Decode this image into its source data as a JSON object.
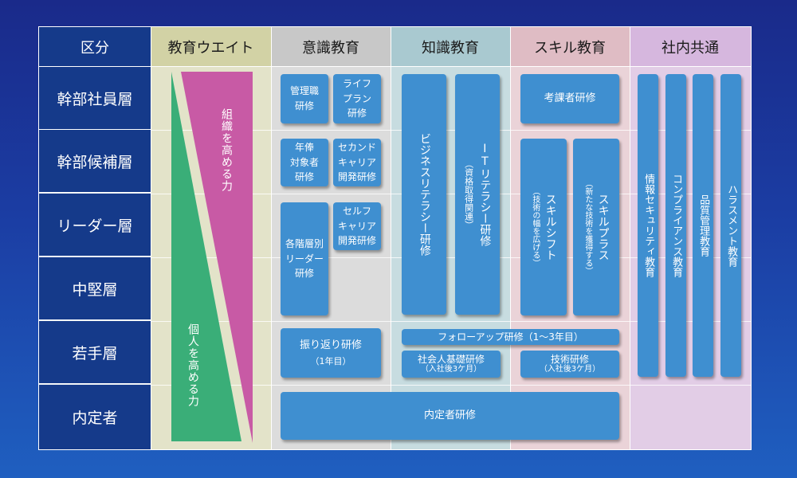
{
  "header": {
    "division": "区分",
    "weight": "教育ウエイト",
    "awareness": "意識教育",
    "knowledge": "知識教育",
    "skill": "スキル教育",
    "common": "社内共通"
  },
  "rows": [
    "幹部社員層",
    "幹部候補層",
    "リーダー層",
    "中堅層",
    "若手層",
    "内定者"
  ],
  "weight": {
    "organization": "組織を高める力",
    "individual": "個人を高める力"
  },
  "awareness": {
    "management": "管理職\n研修",
    "life_plan": "ライフ\nプラン\n研修",
    "annual": "年俸\n対象者\n研修",
    "second_career": "セカンド\nキャリア\n開発研修",
    "level": "各階層別\nリーダー\n研修",
    "self_career": "セルフ\nキャリア\n開発研修",
    "reflection": "振り返り研修",
    "reflection_sub": "（1年目）"
  },
  "knowledge": {
    "business": "ビジネスリテラシー研修",
    "it": "ITリテラシー研修",
    "it_sub": "（資格取得関連）",
    "follow_up": "フォローアップ研修（1〜3年目）",
    "social": "社会人基礎研修",
    "social_sub": "（入社後3ケ月）"
  },
  "skill": {
    "examiner": "考課者研修",
    "shift": "スキルシフト",
    "shift_sub": "（技術の幅を広げる）",
    "plus": "スキルプラス",
    "plus_sub": "（新たな技術を獲得する）",
    "tech": "技術研修",
    "tech_sub": "（入社後3ケ月）"
  },
  "common": {
    "infosec": "情報セキュリティ教育",
    "compliance": "コンプライアンス教育",
    "quality": "品質管理教育",
    "harassment": "ハラスメント教育"
  },
  "offer": "内定者研修",
  "colors": {
    "background": "#1b3da3",
    "row_header": "#153a8a",
    "box": "#3f8fd0",
    "triangle_magenta": "#c85aa5",
    "triangle_green": "#3aae78"
  }
}
